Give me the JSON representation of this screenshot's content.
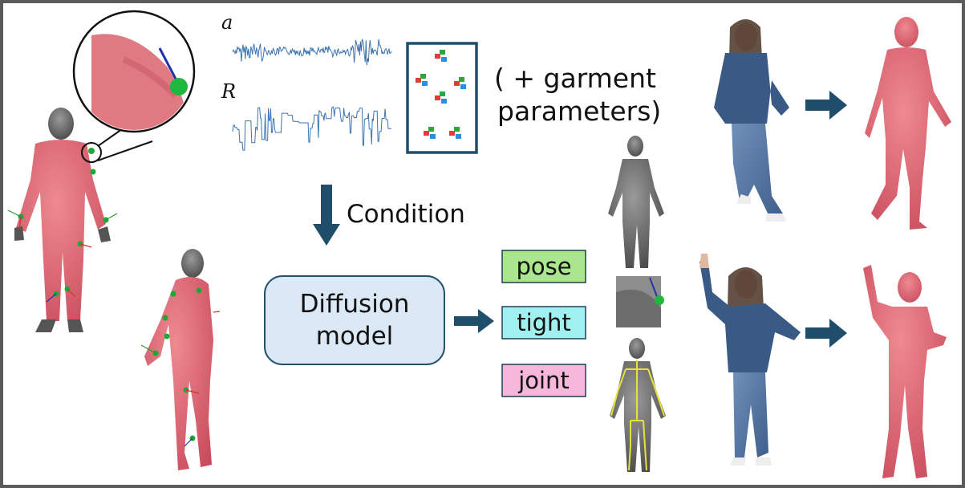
{
  "signals": {
    "accel_label": "a",
    "rot_label": "R"
  },
  "garment_text": {
    "line1": "( + garment",
    "line2": "parameters)"
  },
  "condition_label": "Condition",
  "diffusion": {
    "line1": "Diffusion",
    "line2": "model"
  },
  "outputs": [
    {
      "label": "pose",
      "color": "#a9e68c"
    },
    {
      "label": "tight",
      "color": "#9ff0ee"
    },
    {
      "label": "joint",
      "color": "#f5b8da"
    }
  ],
  "colors": {
    "border": "#5a5a5a",
    "arrow": "#1f4e6b",
    "body": "#d95b66",
    "model_box": "#dbe8f5",
    "model_border": "#24506e",
    "signal": "#3a74b0"
  }
}
